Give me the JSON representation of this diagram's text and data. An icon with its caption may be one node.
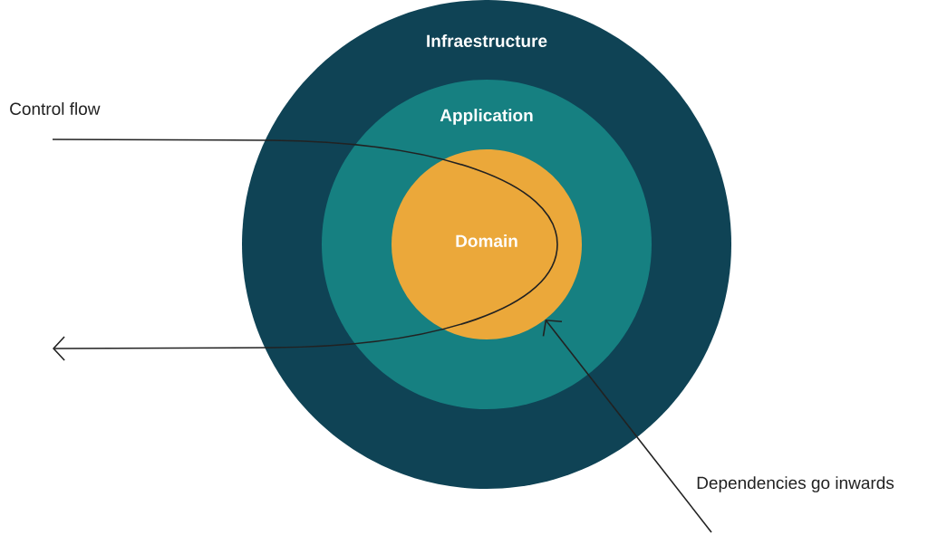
{
  "diagram": {
    "nodes": [
      {
        "text": [
          "Infraestructure"
        ]
      },
      {
        "text": [
          "Application"
        ],
        "in": 0
      },
      {
        "text": [
          "Domain"
        ],
        "in": 1
      }
    ],
    "edges": [
      {
        "from": null,
        "to": 2,
        "arrow": "to"
      }
    ],
    "labels": [
      "Control flow",
      "Dependencies go inwards"
    ]
  }
}
